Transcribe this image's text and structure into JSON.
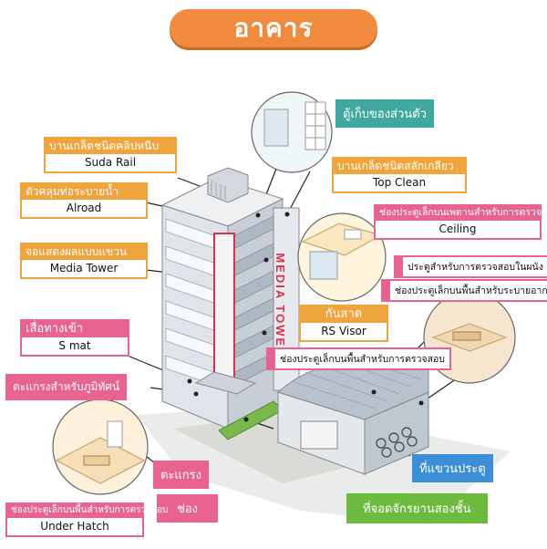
{
  "title": "อาคาร",
  "tower_sign": "MEDIA TOWER",
  "labels": {
    "suda_rail": {
      "th": "บานเกล็ดชนิดคลิปหนีบ",
      "en": "Suda Rail"
    },
    "alroad": {
      "th": "ตัวคลุมท่อระบายน้ำ",
      "en": "Alroad"
    },
    "media_tower": {
      "th": "จอแสดงผลแบบแขวน",
      "en": "Media Tower"
    },
    "s_mat": {
      "th": "เสื่อทางเข้า",
      "en": "S mat"
    },
    "landscape_grating": {
      "th": "ตะแกรงสำหรับภูมิทัศน์"
    },
    "locker": {
      "th": "ตู้เก็บของส่วนตัว"
    },
    "top_clean": {
      "th": "บานเกล็ดชนิดสลักเกลียว",
      "en": "Top Clean"
    },
    "ceiling": {
      "th": "ช่องประตูเล็กบนเพดานสำหรับการตรวจสอบ",
      "en": "Ceiling"
    },
    "wall_door": {
      "th": "ประตูสำหรับการตรวจสอบในผนัง"
    },
    "floor_vent": {
      "th": "ช่องประตูเล็กบนพื้นสำหรับระบายอากาศ"
    },
    "rs_visor": {
      "th": "กันสาด",
      "en": "RS Visor"
    },
    "floor_hatch": {
      "th": "ช่องประตูเล็กบนพื้นสำหรับการตรวจสอบ"
    },
    "door_hanger": {
      "th": "ที่แขวนประตู"
    },
    "grating": {
      "th": "ตะแกรง"
    },
    "gap": {
      "th": "ช่อง"
    },
    "bike_rack": {
      "th": "ที่จอดจักรยานสองชั้น"
    },
    "under_hatch": {
      "th": "ช่องประตูเล็กบนพื้นสำหรับการตรวจสอบ",
      "en": "Under Hatch"
    }
  },
  "colors": {
    "orange": "#f0a53c",
    "pink": "#e8638f",
    "teal": "#3fa9a0",
    "blue": "#3c8fd6",
    "green": "#6dbb3e",
    "title": "#ef8a3e"
  }
}
